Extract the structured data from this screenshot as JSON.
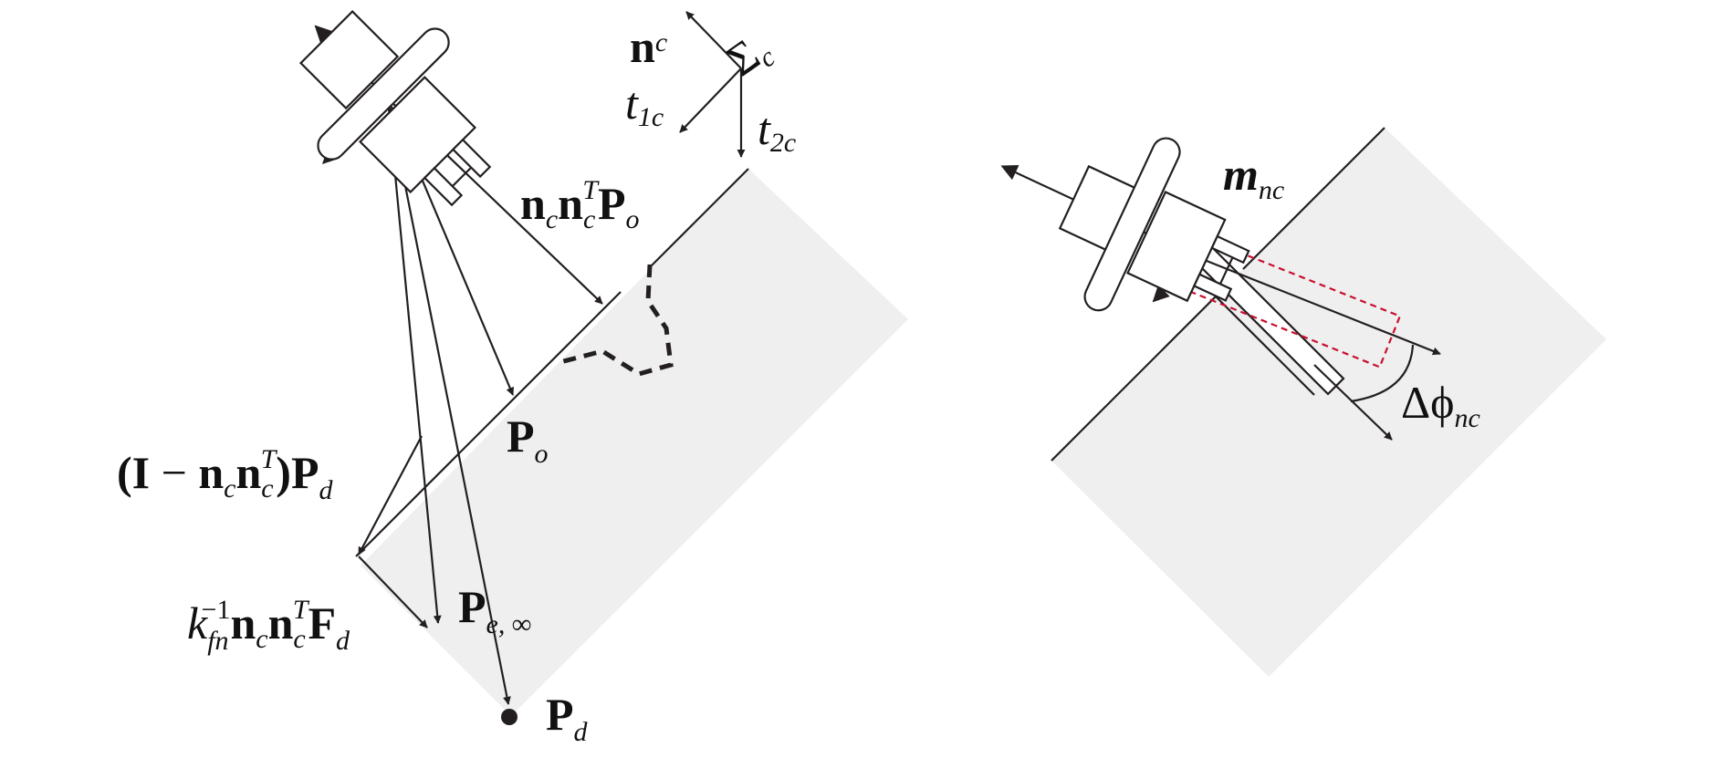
{
  "colors": {
    "region_fill": "#efefef",
    "line": "#231f20",
    "highlight": "#c8102e"
  },
  "icons": {
    "left_tool": "robot-end-effector-icon",
    "right_tool": "robot-end-effector-icon"
  },
  "frame": {
    "n_main": "n",
    "n_sub": "c",
    "sigma_main": "Σ",
    "sigma_sub": "c",
    "t1_main": "t",
    "t1_sub": "1c",
    "t2_main": "t",
    "t2_sub": "2c"
  },
  "labels": {
    "nnTPo": {
      "n1": "n",
      "c1": "c",
      "n2": "n",
      "c2": "c",
      "T": "T",
      "P": "P",
      "o": "o"
    },
    "Po": {
      "P": "P",
      "o": "o"
    },
    "proj": {
      "lpar": "(",
      "I": "I",
      "minus": " − ",
      "n1": "n",
      "c1": "c",
      "n2": "n",
      "c2": "c",
      "T": "T",
      "rpar": ")",
      "P": "P",
      "d": "d"
    },
    "kfn": {
      "k": "k",
      "fn": "fn",
      "exp": "−1",
      "n1": "n",
      "c1": "c",
      "n2": "n",
      "c2": "c",
      "T": "T",
      "F": "F",
      "d": "d"
    },
    "Pe": {
      "P": "P",
      "sub": "e, ∞"
    },
    "Pd": {
      "P": "P",
      "d": "d"
    },
    "mnc": {
      "m": "m",
      "sub": "nc"
    },
    "dphi": {
      "main": "Δϕ",
      "sub": "nc"
    }
  }
}
